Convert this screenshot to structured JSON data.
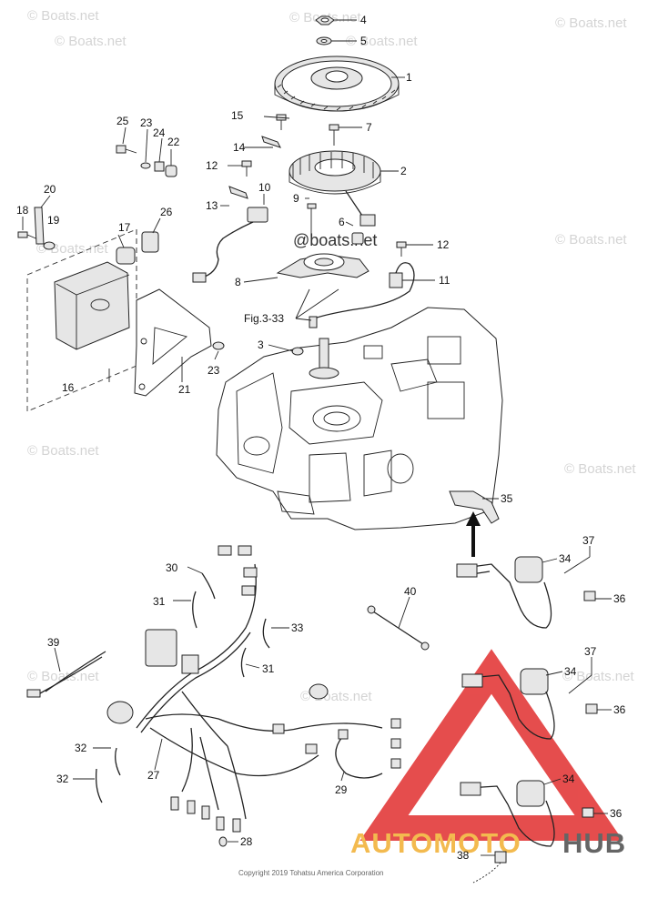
{
  "callouts": [
    {
      "n": "1",
      "label": "1"
    },
    {
      "n": "2",
      "label": "2"
    },
    {
      "n": "3",
      "label": "3"
    },
    {
      "n": "4",
      "label": "4"
    },
    {
      "n": "5",
      "label": "5"
    },
    {
      "n": "6",
      "label": "6"
    },
    {
      "n": "7",
      "label": "7"
    },
    {
      "n": "8",
      "label": "8"
    },
    {
      "n": "9",
      "label": "9"
    },
    {
      "n": "10",
      "label": "10"
    },
    {
      "n": "11",
      "label": "11"
    },
    {
      "n": "12a",
      "label": "12"
    },
    {
      "n": "12b",
      "label": "12"
    },
    {
      "n": "13",
      "label": "13"
    },
    {
      "n": "14",
      "label": "14"
    },
    {
      "n": "15",
      "label": "15"
    },
    {
      "n": "16",
      "label": "16"
    },
    {
      "n": "17",
      "label": "17"
    },
    {
      "n": "18",
      "label": "18"
    },
    {
      "n": "19",
      "label": "19"
    },
    {
      "n": "20",
      "label": "20"
    },
    {
      "n": "21",
      "label": "21"
    },
    {
      "n": "22",
      "label": "22"
    },
    {
      "n": "23a",
      "label": "23"
    },
    {
      "n": "23b",
      "label": "23"
    },
    {
      "n": "24",
      "label": "24"
    },
    {
      "n": "25",
      "label": "25"
    },
    {
      "n": "26",
      "label": "26"
    },
    {
      "n": "27",
      "label": "27"
    },
    {
      "n": "28",
      "label": "28"
    },
    {
      "n": "29",
      "label": "29"
    },
    {
      "n": "30",
      "label": "30"
    },
    {
      "n": "31a",
      "label": "31"
    },
    {
      "n": "31b",
      "label": "31"
    },
    {
      "n": "32a",
      "label": "32"
    },
    {
      "n": "32b",
      "label": "32"
    },
    {
      "n": "33",
      "label": "33"
    },
    {
      "n": "34a",
      "label": "34"
    },
    {
      "n": "34b",
      "label": "34"
    },
    {
      "n": "34c",
      "label": "34"
    },
    {
      "n": "35",
      "label": "35"
    },
    {
      "n": "36a",
      "label": "36"
    },
    {
      "n": "36b",
      "label": "36"
    },
    {
      "n": "36c",
      "label": "36"
    },
    {
      "n": "37a",
      "label": "37"
    },
    {
      "n": "37b",
      "label": "37"
    },
    {
      "n": "38",
      "label": "38"
    },
    {
      "n": "39",
      "label": "39"
    },
    {
      "n": "40",
      "label": "40"
    }
  ],
  "figure_ref": "Fig.3-33",
  "watermark": "© Boats.net",
  "watermark_center": "@boats.net",
  "copyright": "Copyright 2019 Tohatsu America Corporation",
  "brand": {
    "part1": "AUTOMOTO",
    "part2": "HUB",
    "color_main": "#f2b33d",
    "color_accent": "#e33a3a"
  }
}
